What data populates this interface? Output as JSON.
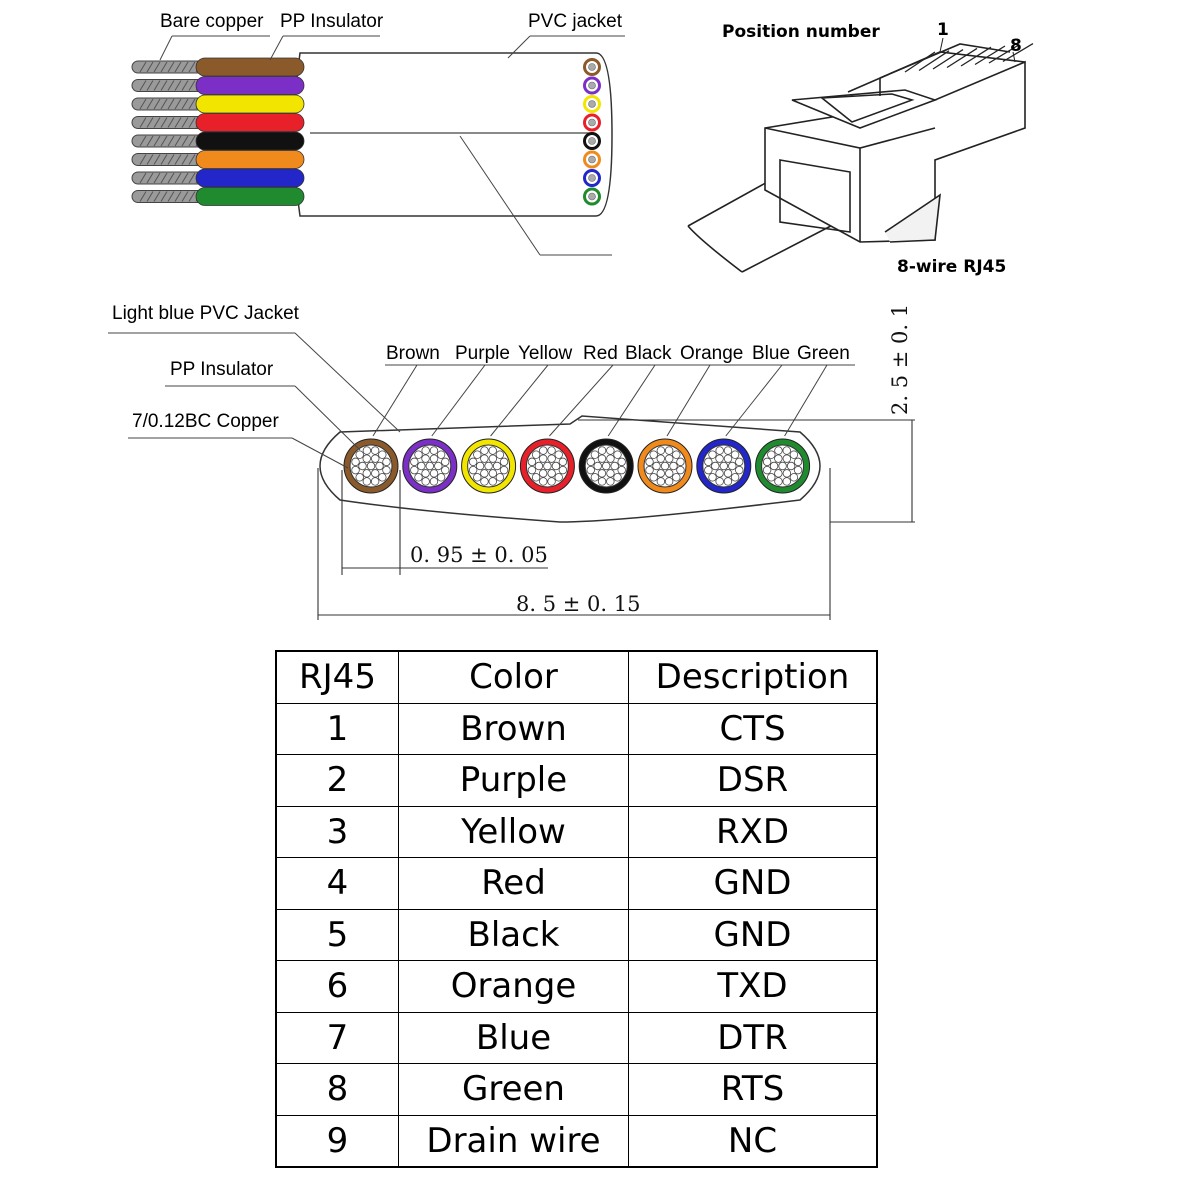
{
  "top_left": {
    "label_bare_copper": "Bare copper",
    "label_pp_insulator": "PP Insulator",
    "label_pvc_jacket": "PVC jacket"
  },
  "top_right": {
    "label_position_number": "Position number",
    "label_pos_1": "1",
    "label_pos_8": "8",
    "label_connector": "8-wire RJ45"
  },
  "cross_section": {
    "label_jacket": "Light blue PVC Jacket",
    "label_insulator": "PP Insulator",
    "label_copper": "7/0.12BC Copper",
    "wire_names": [
      "Brown",
      "Purple",
      "Yellow",
      "Red",
      "Black",
      "Orange",
      "Blue",
      "Green"
    ],
    "wire_colors": [
      "#8b5a2b",
      "#7b2fc7",
      "#f2e600",
      "#e8202a",
      "#111111",
      "#f08a1c",
      "#2326c8",
      "#1f8a2e"
    ],
    "dim_thickness": "2. 5 ± 0. 1",
    "dim_pitch": "0. 95 ± 0. 05",
    "dim_width": "8. 5 ± 0. 15"
  },
  "table": {
    "headers": [
      "RJ45",
      "Color",
      "Description"
    ],
    "rows": [
      {
        "pin": "1",
        "color": "Brown",
        "desc": "CTS"
      },
      {
        "pin": "2",
        "color": "Purple",
        "desc": "DSR"
      },
      {
        "pin": "3",
        "color": "Yellow",
        "desc": "RXD"
      },
      {
        "pin": "4",
        "color": "Red",
        "desc": "GND"
      },
      {
        "pin": "5",
        "color": "Black",
        "desc": "GND"
      },
      {
        "pin": "6",
        "color": "Orange",
        "desc": "TXD"
      },
      {
        "pin": "7",
        "color": "Blue",
        "desc": "DTR"
      },
      {
        "pin": "8",
        "color": "Green",
        "desc": "RTS"
      },
      {
        "pin": "9",
        "color": "Drain wire",
        "desc": "NC"
      }
    ]
  }
}
